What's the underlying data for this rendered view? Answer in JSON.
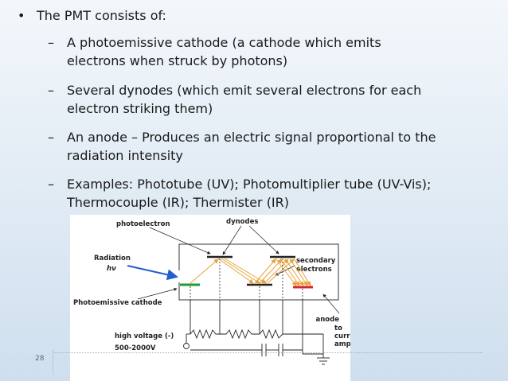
{
  "slide": {
    "main_bullet": "The PMT consists of:",
    "sub_bullets": [
      {
        "line1": "A photoemissive cathode (a cathode which emits",
        "line2": "electrons when struck by photons)"
      },
      {
        "line1": "Several dynodes (which emit several electrons for  each",
        "line2": "electron striking them)"
      },
      {
        "line1": "An anode – Produces an electric signal proportional  to the",
        "line2": "radiation intensity"
      },
      {
        "line1": "Examples: Phototube (UV); Photomultiplier tube  (UV-Vis);",
        "line2": "Thermocouple (IR); Thermister (IR)"
      }
    ],
    "bullet_symbol": "•",
    "dash_symbol": "–",
    "page_number": "28"
  },
  "figure": {
    "labels": {
      "photoelectron": "photoelectron",
      "dynodes": "dynodes",
      "radiation": "Radiation",
      "hv": "hν",
      "secondary1": "secondary",
      "secondary2": "electrons",
      "cathode": "Photoemissive cathode",
      "anode": "anode",
      "to": "to",
      "current1": "current-to-voltage",
      "current2": "amplifier",
      "hv1": "high voltage (-)",
      "hv2": "500-2000V"
    },
    "colors": {
      "cathode": "#1e9a3a",
      "anode": "#d8262e",
      "arrows": "#e8a23a",
      "radiation": "#1f5fd0",
      "lines": "#222222"
    }
  }
}
